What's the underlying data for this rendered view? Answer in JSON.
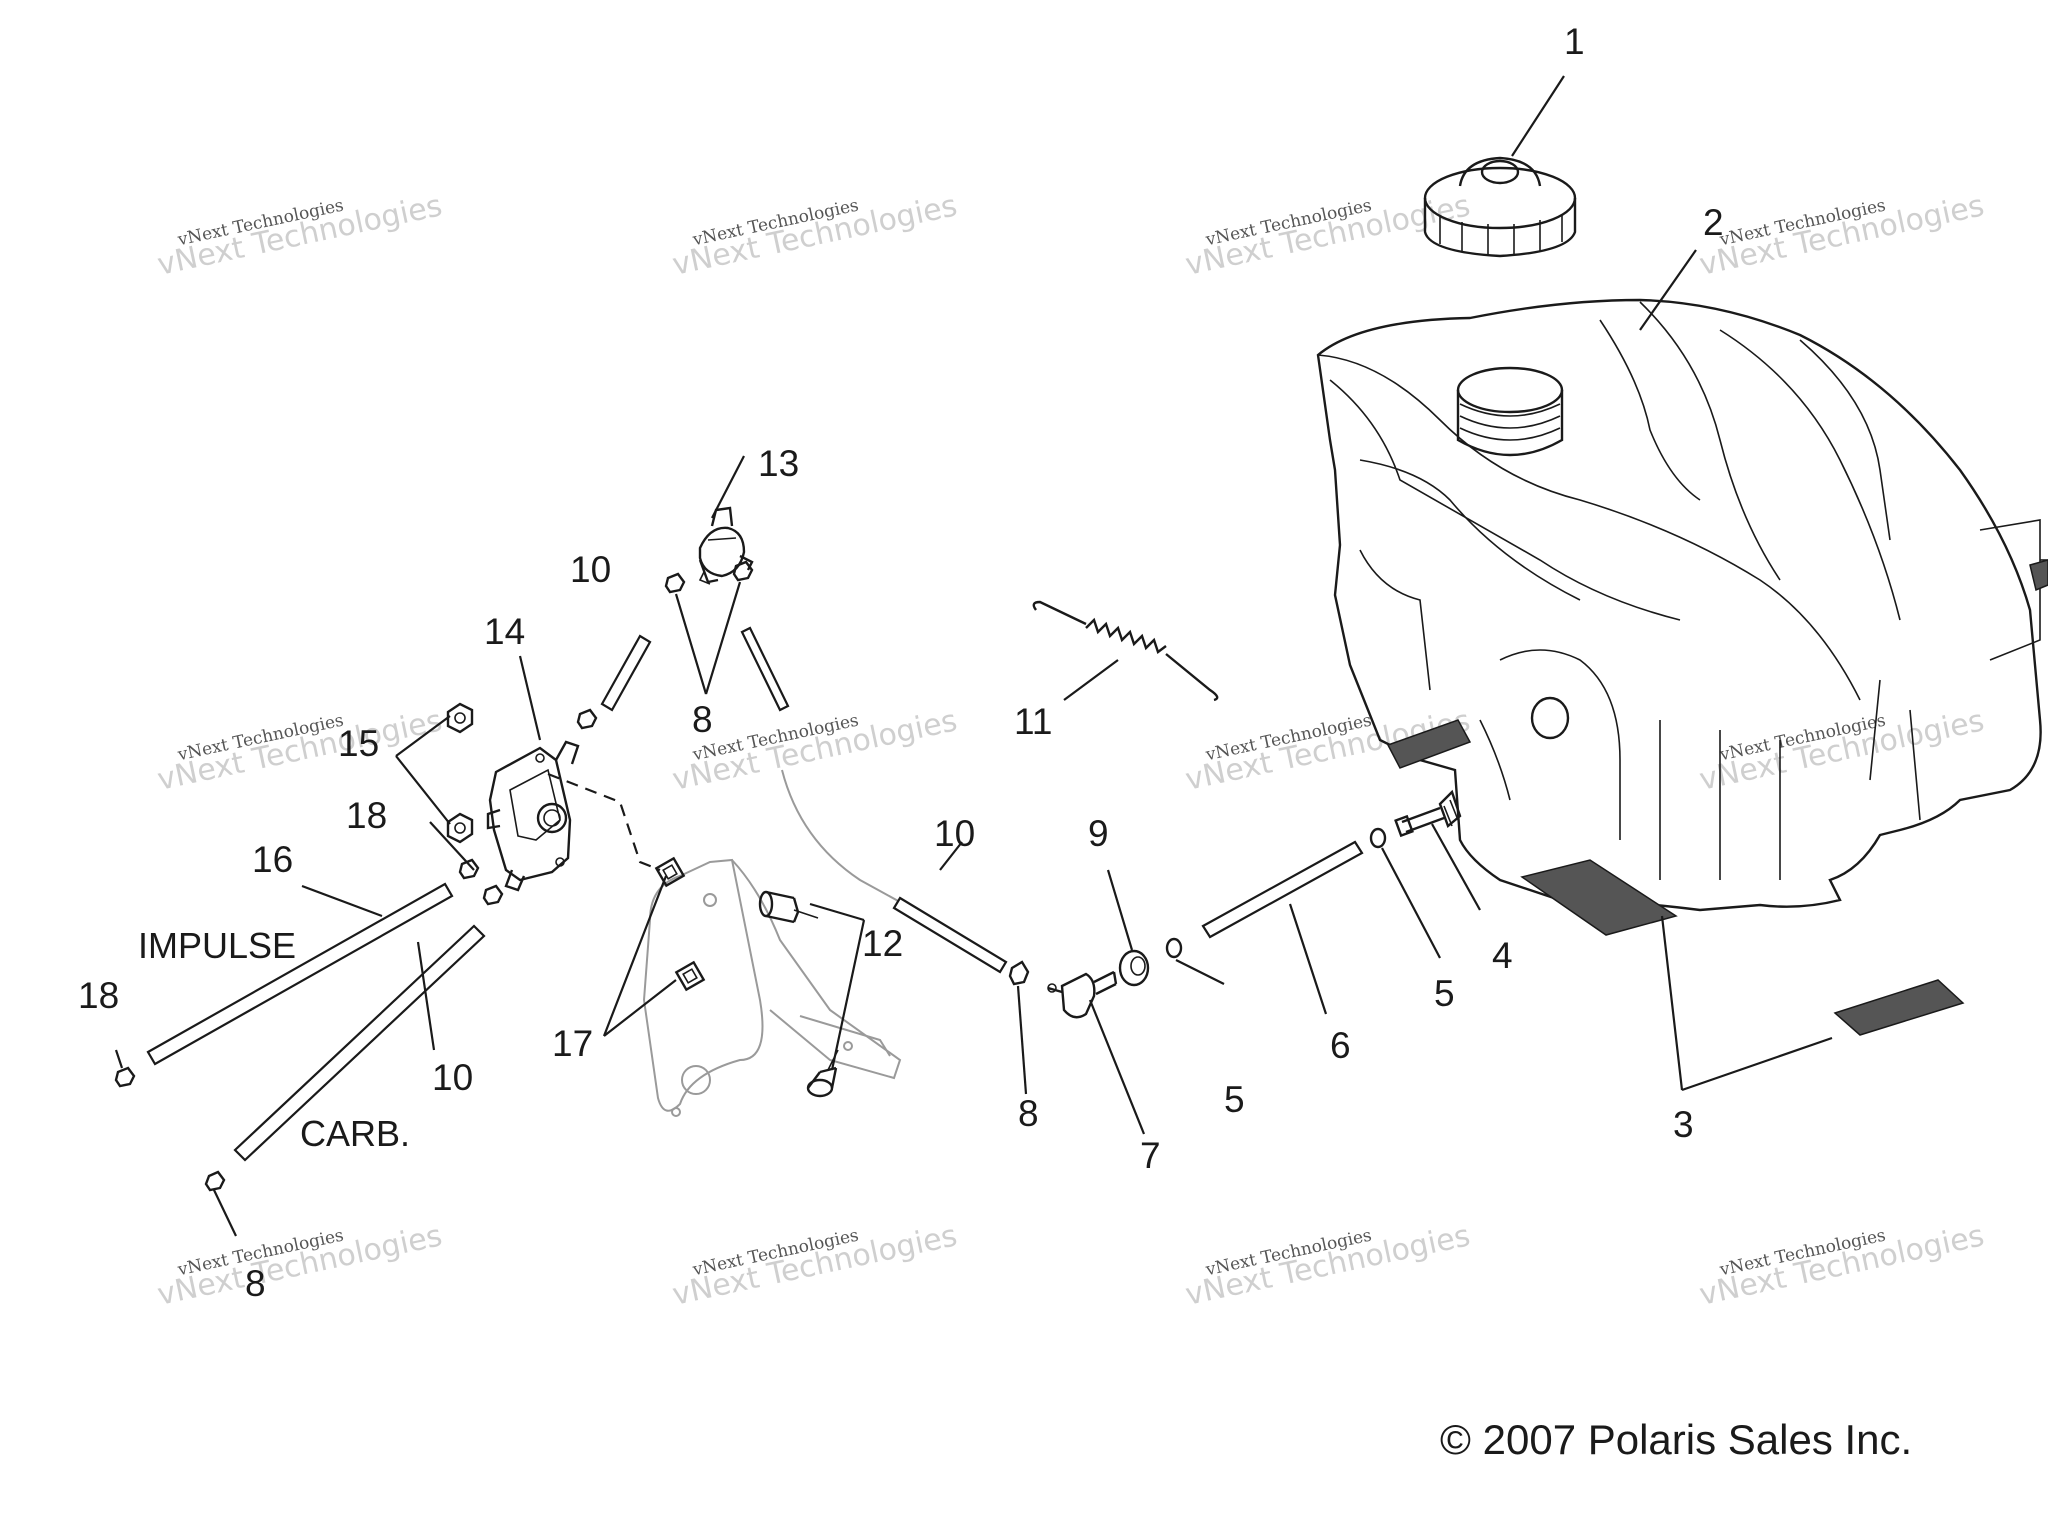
{
  "callouts": [
    {
      "id": "c1",
      "text": "1"
    },
    {
      "id": "c2",
      "text": "2"
    },
    {
      "id": "c3",
      "text": "3"
    },
    {
      "id": "c4",
      "text": "4"
    },
    {
      "id": "c5a",
      "text": "5"
    },
    {
      "id": "c5b",
      "text": "5"
    },
    {
      "id": "c6",
      "text": "6"
    },
    {
      "id": "c7",
      "text": "7"
    },
    {
      "id": "c8a",
      "text": "8"
    },
    {
      "id": "c8b",
      "text": "8"
    },
    {
      "id": "c8c",
      "text": "8"
    },
    {
      "id": "c9",
      "text": "9"
    },
    {
      "id": "c10a",
      "text": "10"
    },
    {
      "id": "c10b",
      "text": "10"
    },
    {
      "id": "c10c",
      "text": "10"
    },
    {
      "id": "c11",
      "text": "11"
    },
    {
      "id": "c12",
      "text": "12"
    },
    {
      "id": "c13",
      "text": "13"
    },
    {
      "id": "c14",
      "text": "14"
    },
    {
      "id": "c15",
      "text": "15"
    },
    {
      "id": "c16",
      "text": "16"
    },
    {
      "id": "c17",
      "text": "17"
    },
    {
      "id": "c18a",
      "text": "18"
    },
    {
      "id": "c18b",
      "text": "18"
    }
  ],
  "labels": {
    "impulse": "IMPULSE",
    "carb": "CARB."
  },
  "copyright": "© 2007 Polaris Sales Inc.",
  "watermark": {
    "line1": "vNext Technologies",
    "line2": "vNext Technologies"
  }
}
